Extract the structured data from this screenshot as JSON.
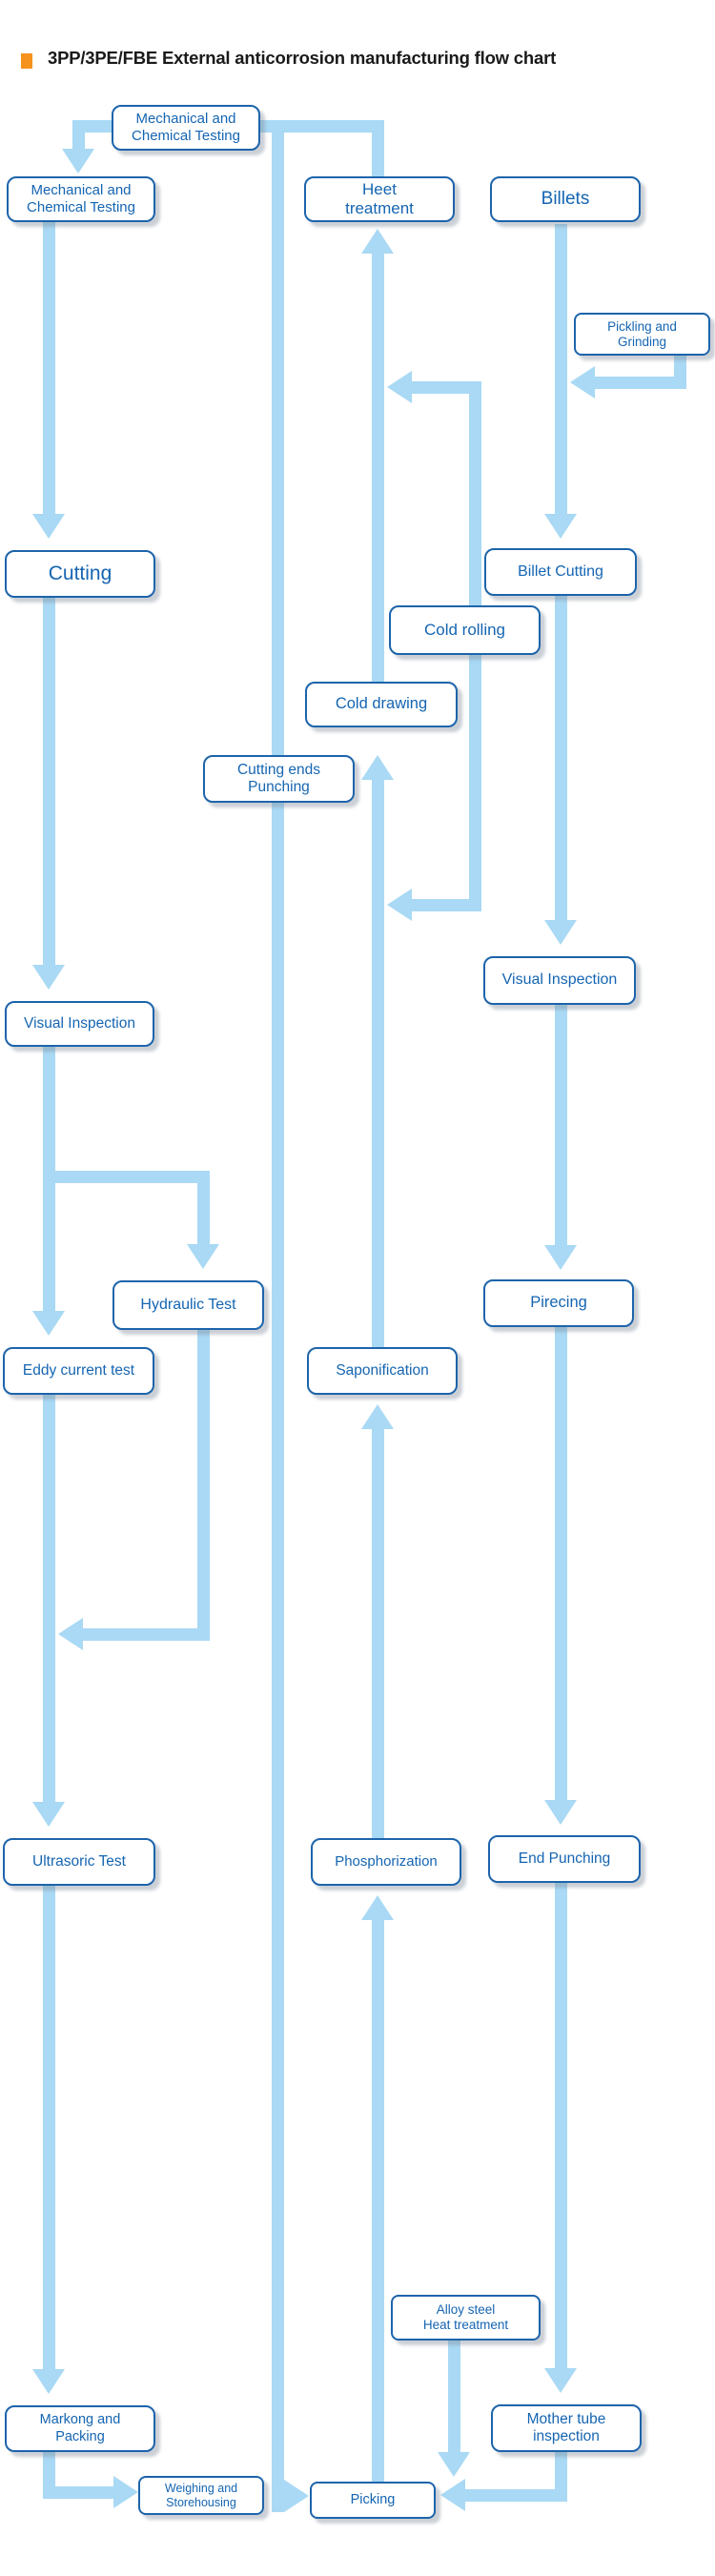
{
  "title": {
    "text": "3PP/3PE/FBE External anticorrosion manufacturing flow chart"
  },
  "colors": {
    "arrow": "#a9d9f4",
    "box_border": "#1d64ab",
    "box_text": "#1565b2",
    "title_text": "#1a1a1a",
    "bullet": "#f6921e",
    "background": "#ffffff"
  },
  "nodes": [
    {
      "id": "mechanical_chemical_testing_top",
      "label": "Mechanical and\nChemical Testing"
    },
    {
      "id": "mechanical_chemical_testing_left",
      "label": "Mechanical and\nChemical Testing"
    },
    {
      "id": "heet_treatment",
      "label": "Heet\ntreatment"
    },
    {
      "id": "billets",
      "label": "Billets"
    },
    {
      "id": "pickling_and_grinding",
      "label": "Pickling and\nGrinding"
    },
    {
      "id": "cutting",
      "label": "Cutting"
    },
    {
      "id": "billet_cutting",
      "label": "Billet Cutting"
    },
    {
      "id": "cold_rolling",
      "label": "Cold rolling"
    },
    {
      "id": "cold_drawing",
      "label": "Cold drawing"
    },
    {
      "id": "cutting_ends_punching",
      "label": "Cutting ends\nPunching"
    },
    {
      "id": "visual_inspection_left",
      "label": "Visual Inspection"
    },
    {
      "id": "visual_inspection_right",
      "label": "Visual Inspection"
    },
    {
      "id": "hydraulic_test",
      "label": "Hydraulic Test"
    },
    {
      "id": "eddy_current_test",
      "label": "Eddy current test"
    },
    {
      "id": "saponification",
      "label": "Saponification"
    },
    {
      "id": "pirecing",
      "label": "Pirecing"
    },
    {
      "id": "ultrasoric_test",
      "label": "Ultrasoric Test"
    },
    {
      "id": "phosphorization",
      "label": "Phosphorization"
    },
    {
      "id": "end_punching",
      "label": "End Punching"
    },
    {
      "id": "alloy_steel_heat_treatment",
      "label": "Alloy steel\nHeat treatment"
    },
    {
      "id": "mother_tube_inspection",
      "label": "Mother tube\ninspection"
    },
    {
      "id": "markong_and_packing",
      "label": "Markong and\nPacking"
    },
    {
      "id": "weighing_and_storehousing",
      "label": "Weighing and\nStorehousing"
    },
    {
      "id": "picking",
      "label": "Picking"
    }
  ],
  "edges": [
    {
      "from": "mechanical_chemical_testing_top",
      "to": "mechanical_chemical_testing_left"
    },
    {
      "from": "heet_treatment",
      "to": "mechanical_chemical_testing_top"
    },
    {
      "from": "mechanical_chemical_testing_top",
      "to": "picking",
      "note": "long center vertical line"
    },
    {
      "from": "billets",
      "to": "billet_cutting"
    },
    {
      "from": "pickling_and_grinding",
      "to": "billets",
      "note": "merges into billets line"
    },
    {
      "from": "billet_cutting",
      "to": "visual_inspection_right"
    },
    {
      "from": "visual_inspection_right",
      "to": "pirecing"
    },
    {
      "from": "pirecing",
      "to": "end_punching"
    },
    {
      "from": "end_punching",
      "to": "mother_tube_inspection"
    },
    {
      "from": "mother_tube_inspection",
      "to": "picking"
    },
    {
      "from": "alloy_steel_heat_treatment",
      "to": "picking",
      "note": "merges into mother tube arrow"
    },
    {
      "from": "picking",
      "to": "phosphorization"
    },
    {
      "from": "phosphorization",
      "to": "saponification"
    },
    {
      "from": "saponification",
      "to": "cold_drawing"
    },
    {
      "from": "cold_drawing",
      "to": "heet_treatment"
    },
    {
      "from": "cold_rolling",
      "to": "heet_treatment",
      "note": "up-left merge"
    },
    {
      "from": "cold_rolling",
      "to": "cold_drawing",
      "note": "down-left merge into riser"
    },
    {
      "from": "mechanical_chemical_testing_left",
      "to": "cutting"
    },
    {
      "from": "cutting",
      "to": "visual_inspection_left"
    },
    {
      "from": "visual_inspection_left",
      "to": "eddy_current_test"
    },
    {
      "from": "visual_inspection_left",
      "to": "hydraulic_test"
    },
    {
      "from": "hydraulic_test",
      "to": "eddy_current_test",
      "note": "down-left merge"
    },
    {
      "from": "eddy_current_test",
      "to": "ultrasoric_test"
    },
    {
      "from": "ultrasoric_test",
      "to": "markong_and_packing"
    },
    {
      "from": "markong_and_packing",
      "to": "weighing_and_storehousing"
    },
    {
      "from": "weighing_and_storehousing",
      "to": "picking"
    }
  ]
}
